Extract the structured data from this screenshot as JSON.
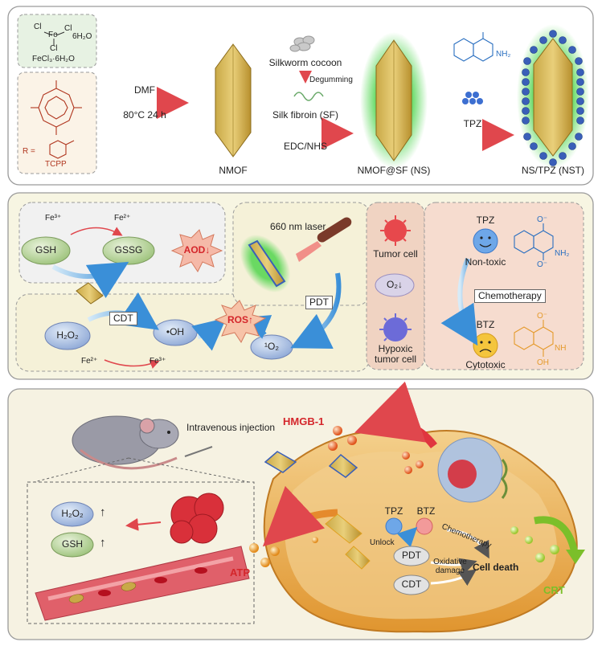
{
  "panel1": {
    "fecl3": "FeCl₃·6H₂O",
    "fecl3_atoms": [
      "Cl",
      "Fe",
      "Cl",
      "Cl",
      "6H₂O"
    ],
    "tcpp": "TCPP",
    "tcpp_r": "R =",
    "dmf": "DMF",
    "condition": "80°C 24 h",
    "nmof": "NMOF",
    "silkworm": "Silkworm cocoon",
    "degumming": "Degumming",
    "silk_fibroin": "Silk fibroin (SF)",
    "edc": "EDC/NHS",
    "nmof_sf": "NMOF@SF (NS)",
    "tpz": "TPZ",
    "nst": "NS/TPZ (NST)",
    "nh2": "NH₂"
  },
  "panel2": {
    "fe3_top": "Fe³⁺",
    "fe2_top": "Fe²⁺",
    "gsh": "GSH",
    "gssg": "GSSG",
    "aod": "AOD↓",
    "laser": "660 nm laser",
    "h2o2": "H₂O₂",
    "cdt": "CDT",
    "oh": "•OH",
    "ros": "ROS↑",
    "fe2_bottom": "Fe²⁺",
    "fe3_bottom": "Fe³⁺",
    "pdt": "PDT",
    "singlet_o2": "¹O₂",
    "tumor_cell": "Tumor cell",
    "o2": "O₂↓",
    "hypoxic": "Hypoxic\ntumor cell",
    "tpz": "TPZ",
    "non_toxic": "Non-toxic",
    "chemotherapy": "Chemotherapy",
    "btz": "BTZ",
    "cytotoxic": "Cytotoxic",
    "nh2": "NH₂",
    "nh": "NH",
    "oh_chem": "OH",
    "o_minus": "O⁻"
  },
  "panel3": {
    "injection": "Intravenous injection",
    "hmgb1": "HMGB-1",
    "h2o2": "H₂O₂",
    "gsh": "GSH",
    "up": "↑",
    "atp": "ATP",
    "tpz": "TPZ",
    "btz": "BTZ",
    "unlock": "Unlock",
    "chemotherapy": "Chemotherapy",
    "pdt": "PDT",
    "oxidative": "Oxidative\ndamage",
    "cdt": "CDT",
    "cell_death": "Cell death",
    "crt": "CRT"
  },
  "colors": {
    "panel1_bg": "#ffffff",
    "panel2_bg": "#f7f5e2",
    "panel3_bg": "#f6f2e2",
    "accent_red": "#d4262b",
    "accent_green": "#7bbf2a",
    "chem_blue": "#2a6fc0",
    "chem_orange": "#e59a2c"
  }
}
